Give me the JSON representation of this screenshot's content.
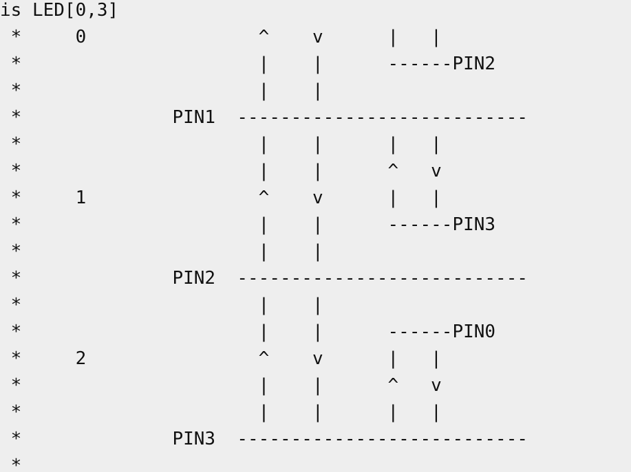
{
  "code": {
    "lines": [
      "is LED[0,3]",
      " *     0                ^    v      |   |",
      " *                      |    |      ------PIN2",
      " *                      |    |",
      " *              PIN1  ---------------------------",
      " *                      |    |      |   |",
      " *                      |    |      ^   v",
      " *     1                ^    v      |   |",
      " *                      |    |      ------PIN3",
      " *                      |    |",
      " *              PIN2  ---------------------------",
      " *                      |    |",
      " *                      |    |      ------PIN0",
      " *     2                ^    v      |   |",
      " *                      |    |      ^   v",
      " *                      |    |      |   |",
      " *              PIN3  ---------------------------",
      " *"
    ]
  }
}
